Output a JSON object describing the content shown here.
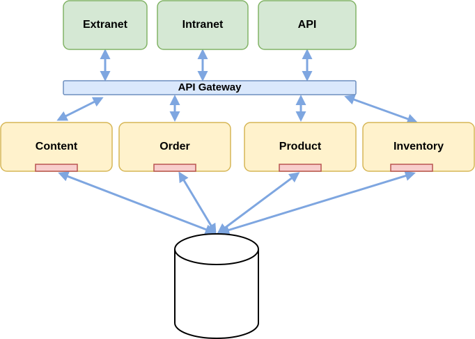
{
  "colors": {
    "client_fill": "#d5e8d4",
    "client_stroke": "#82b366",
    "gateway_fill": "#dae8fc",
    "gateway_stroke": "#6c8ebf",
    "service_fill": "#fff2cc",
    "service_stroke": "#d6b656",
    "connector_fill": "#f8cecc",
    "connector_stroke": "#b85450",
    "arrow": "#7ea6e0",
    "db_fill": "#ffffff",
    "db_stroke": "#000000"
  },
  "clients": [
    {
      "label": "Extranet"
    },
    {
      "label": "Intranet"
    },
    {
      "label": "API"
    }
  ],
  "gateway": {
    "label": "API Gateway"
  },
  "services": [
    {
      "label": "Content"
    },
    {
      "label": "Order"
    },
    {
      "label": "Product"
    },
    {
      "label": "Inventory"
    }
  ],
  "database": {
    "label": ""
  }
}
